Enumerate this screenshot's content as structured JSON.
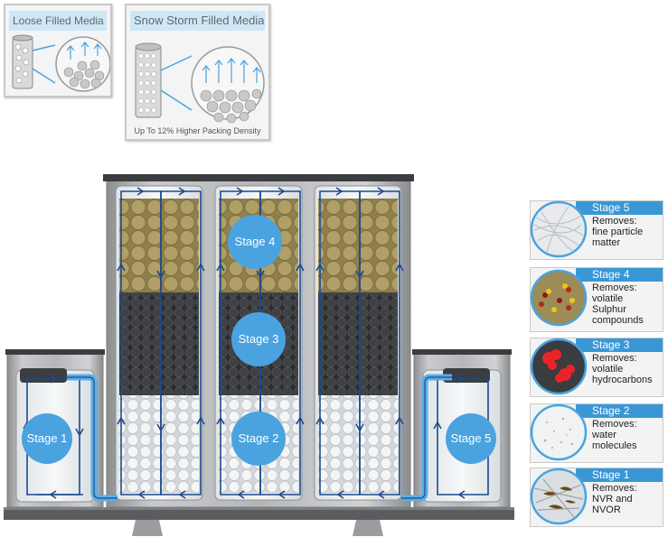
{
  "insets": {
    "loose": {
      "title": "Loose Filled Media"
    },
    "snow": {
      "title": "Snow Storm Filled Media",
      "caption": "Up To 12% Higher Packing Density"
    }
  },
  "stages": {
    "s1": "Stage 1",
    "s2": "Stage 2",
    "s3": "Stage 3",
    "s4": "Stage 4",
    "s5": "Stage 5"
  },
  "legend": [
    {
      "title": "Stage 5",
      "text": "Removes:\nfine particle\nmatter",
      "swatch": "fibers"
    },
    {
      "title": "Stage 4",
      "text": "Removes:\nvolatile\nSulphur\ncompounds",
      "swatch": "sulphur"
    },
    {
      "title": "Stage 3",
      "text": "Removes:\nvolatile\nhydrocarbons",
      "swatch": "hydrocarbon"
    },
    {
      "title": "Stage 2",
      "text": "Removes:\nwater\nmolecules",
      "swatch": "water"
    },
    {
      "title": "Stage 1",
      "text": "Removes:\nNVR and\nNVOR",
      "swatch": "nvr"
    }
  ],
  "colors": {
    "flow": "#1b4a8e",
    "stage_circle": "#4aa3df",
    "media_tan": "#a8965c",
    "media_dark": "#3d3f42",
    "media_white": "#eceef0",
    "housing": "#a7a9ab"
  }
}
